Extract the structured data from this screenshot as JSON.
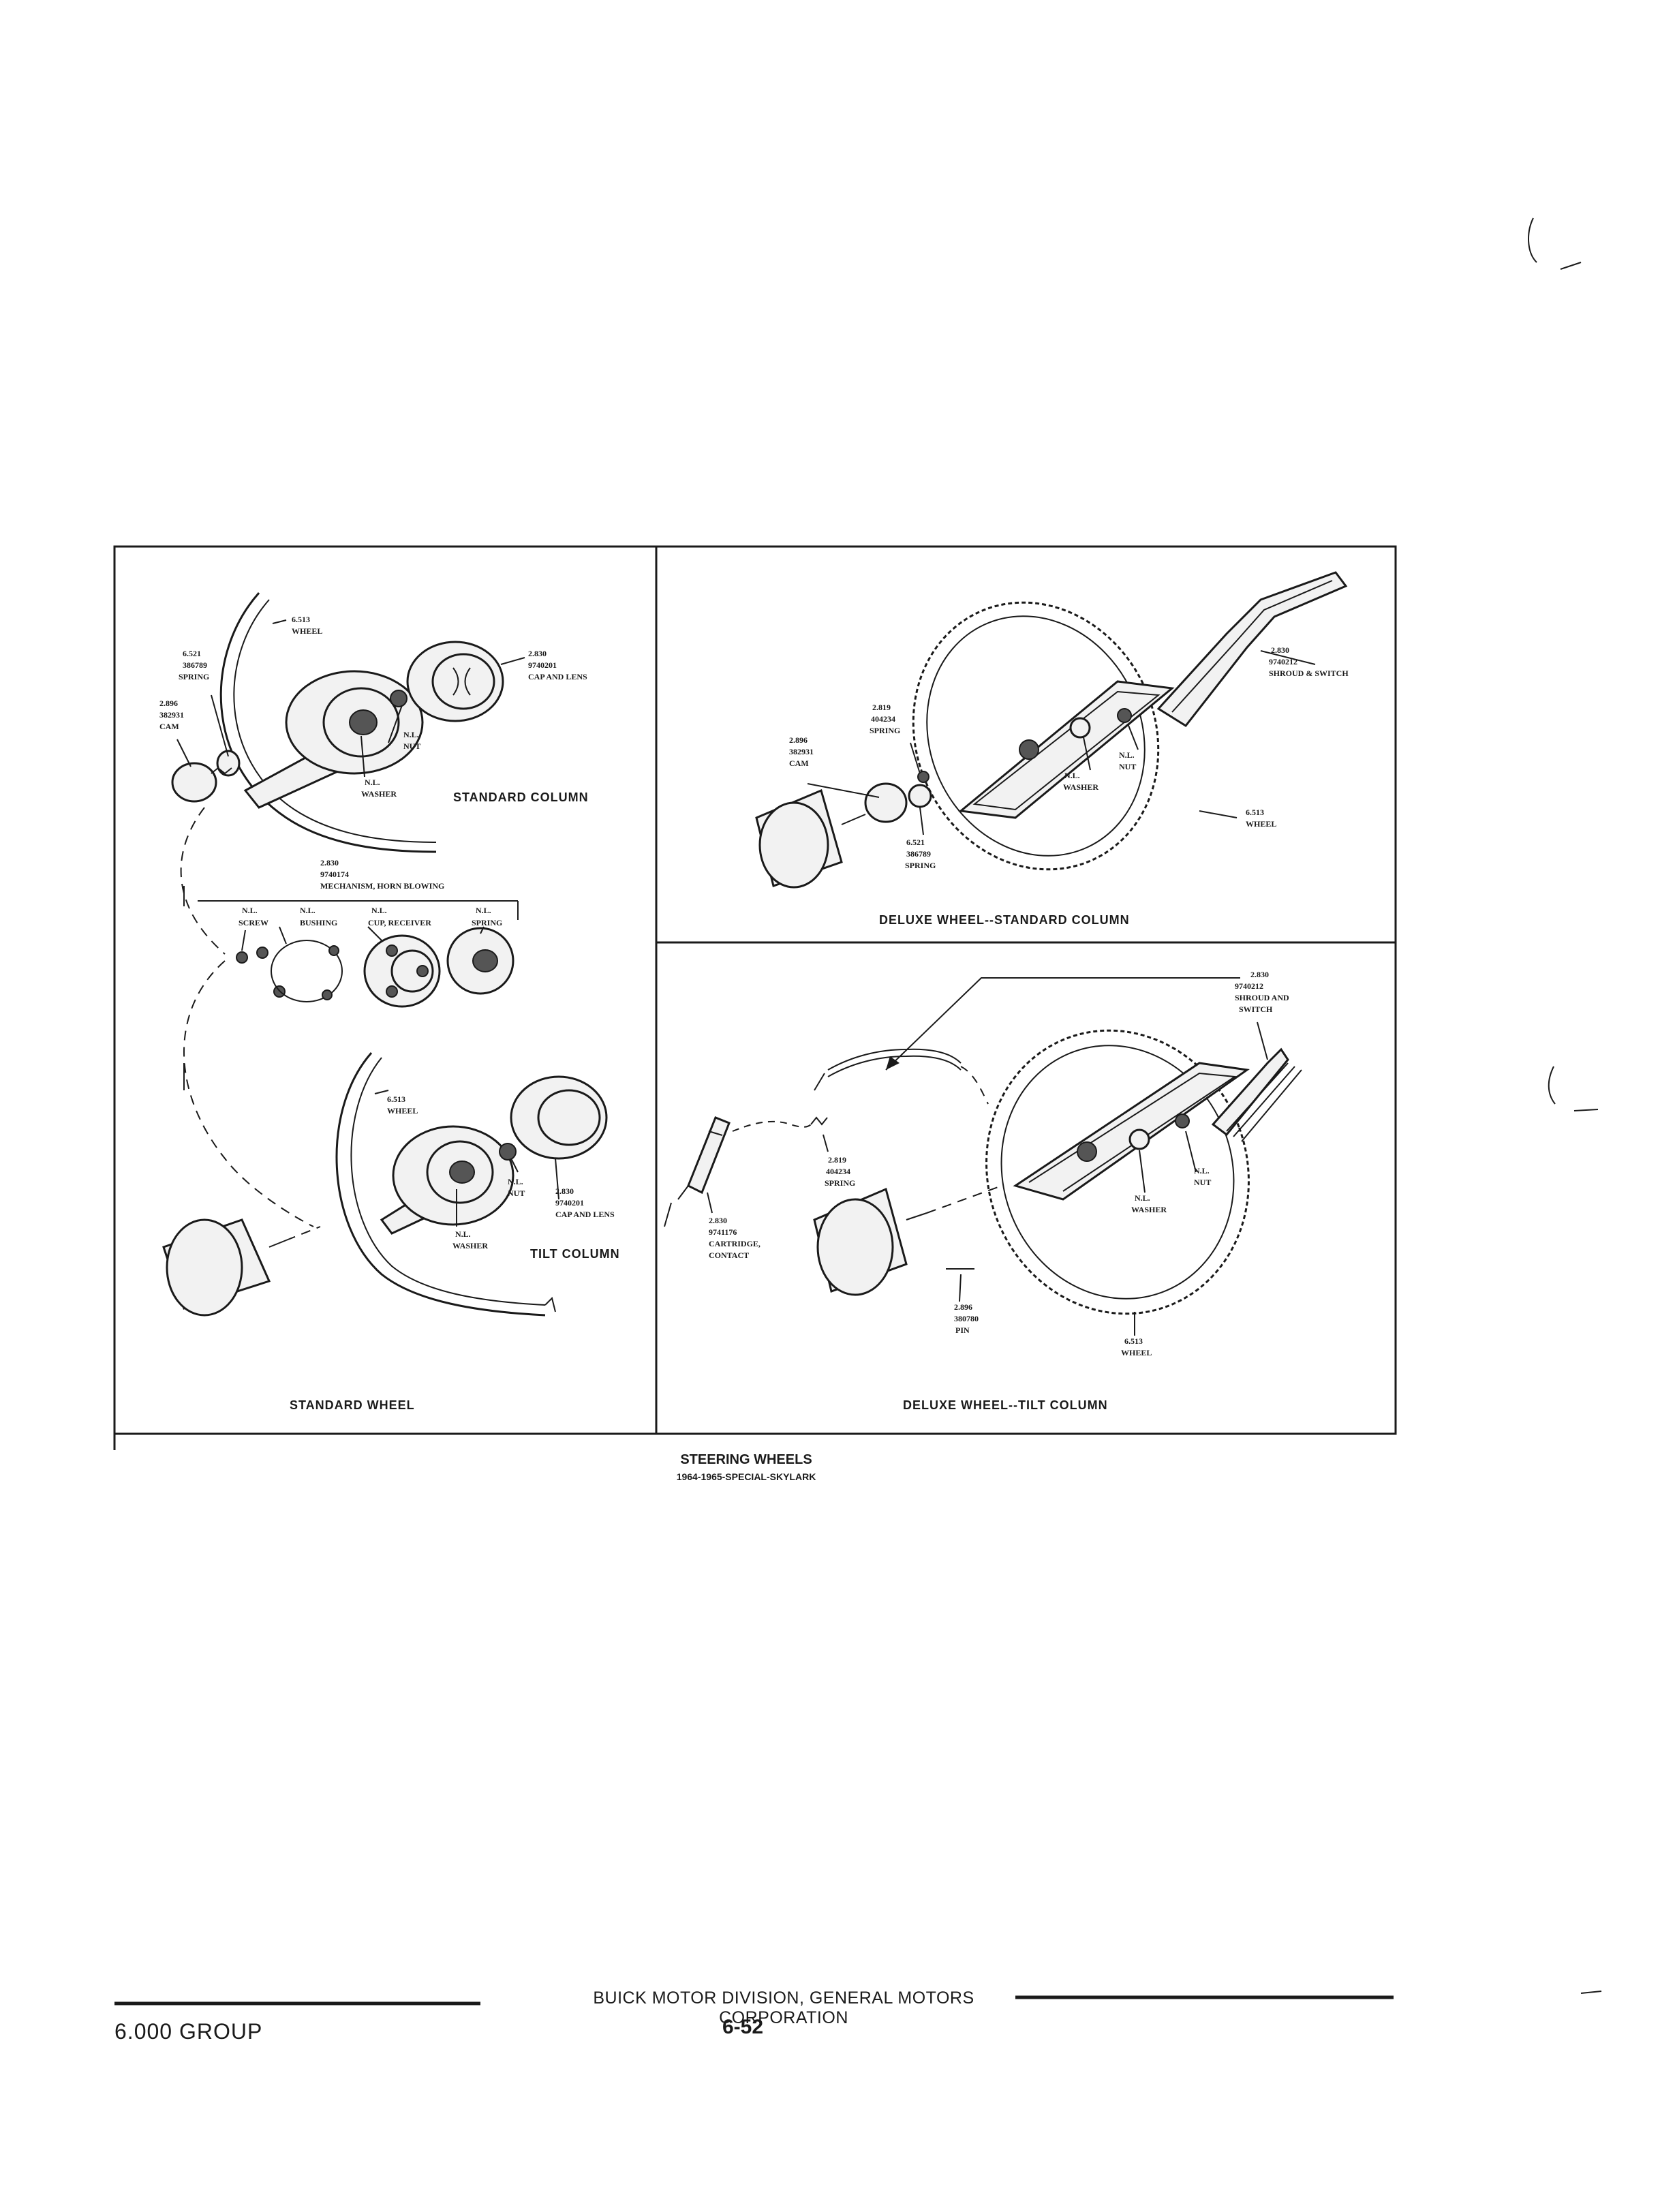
{
  "figure": {
    "caption_line1": "STEERING WHEELS",
    "caption_line2": "1964-1965-SPECIAL-SKYLARK",
    "panels": {
      "standard_wheel": {
        "title": "STANDARD WHEEL",
        "standard_column_label": "STANDARD COLUMN",
        "tilt_column_label": "TILT COLUMN",
        "parts": {
          "wheel_top": [
            "6.513",
            "WHEEL"
          ],
          "spring": [
            "6.521",
            "386789",
            "SPRING"
          ],
          "cam": [
            "2.896",
            "382931",
            "CAM"
          ],
          "cap_lens_top": [
            "2.830",
            "9740201",
            "CAP AND LENS"
          ],
          "nut_top": [
            "N.L.",
            "NUT"
          ],
          "washer_top": [
            "N.L.",
            "WASHER"
          ],
          "mechanism": [
            "2.830",
            "9740174",
            "MECHANISM, HORN BLOWING"
          ],
          "screw": [
            "N.L.",
            "SCREW"
          ],
          "bushing": [
            "N.L.",
            "BUSHING"
          ],
          "cup_receiver": [
            "N.L.",
            "CUP, RECEIVER"
          ],
          "spring_small": [
            "N.L.",
            "SPRING"
          ],
          "wheel_tilt": [
            "6.513",
            "WHEEL"
          ],
          "nut_tilt": [
            "N.L.",
            "NUT"
          ],
          "cap_lens_tilt": [
            "2.830",
            "9740201",
            "CAP AND LENS"
          ],
          "washer_tilt": [
            "N.L.",
            "WASHER"
          ]
        }
      },
      "deluxe_standard": {
        "title": "DELUXE WHEEL--STANDARD COLUMN",
        "parts": {
          "shroud_switch": [
            "2.830",
            "9740212",
            "SHROUD & SWITCH"
          ],
          "spring_top": [
            "2.819",
            "404234",
            "SPRING"
          ],
          "cam": [
            "2.896",
            "382931",
            "CAM"
          ],
          "nut": [
            "N.L.",
            "NUT"
          ],
          "washer": [
            "N.L.",
            "WASHER"
          ],
          "spring_bottom": [
            "6.521",
            "386789",
            "SPRING"
          ],
          "wheel": [
            "6.513",
            "WHEEL"
          ]
        }
      },
      "deluxe_tilt": {
        "title": "DELUXE WHEEL--TILT COLUMN",
        "parts": {
          "shroud_switch": [
            "2.830",
            "9740212",
            "SHROUD AND",
            "SWITCH"
          ],
          "spring": [
            "2.819",
            "404234",
            "SPRING"
          ],
          "cartridge": [
            "2.830",
            "9741176",
            "CARTRIDGE,",
            "CONTACT"
          ],
          "nut": [
            "N.L.",
            "NUT"
          ],
          "washer": [
            "N.L.",
            "WASHER"
          ],
          "pin": [
            "2.896",
            "380780",
            "PIN"
          ],
          "wheel": [
            "6.513",
            "WHEEL"
          ]
        }
      }
    }
  },
  "footer": {
    "publisher": "BUICK MOTOR DIVISION, GENERAL MOTORS CORPORATION",
    "group": "6.000 GROUP",
    "page": "6-52"
  }
}
